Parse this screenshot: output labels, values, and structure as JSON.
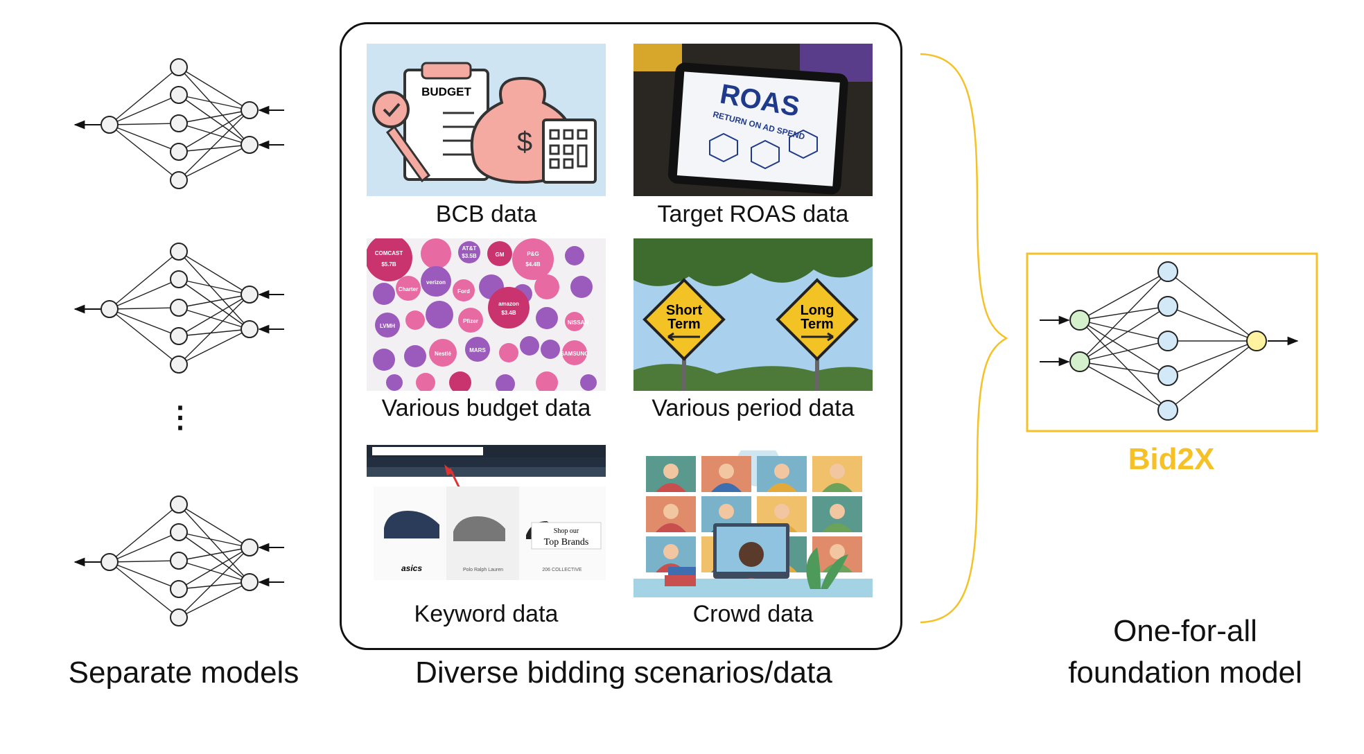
{
  "left": {
    "caption": "Separate models",
    "ellipsis": "⋮"
  },
  "center": {
    "caption": "Diverse bidding scenarios/data",
    "tiles": [
      {
        "label": "BCB data",
        "icon": "budget-icon",
        "overlay": "BUDGET"
      },
      {
        "label": "Target ROAS data",
        "icon": "roas-tablet-icon",
        "overlay": "ROAS",
        "overlay_sub": "RETURN ON AD SPEND"
      },
      {
        "label": "Various budget data",
        "icon": "brand-bubbles-icon",
        "bubbles": [
          "COMCAST",
          "$5.7B",
          "AT&T",
          "$3.5B",
          "GM",
          "P&G",
          "$4.4B",
          "verizon",
          "Charter",
          "amazon",
          "$3.4B",
          "Pfizer",
          "Ford",
          "NISSAN",
          "MARS",
          "SAMSUNG",
          "Nestlé",
          "LVMH"
        ]
      },
      {
        "label": "Various period data",
        "icon": "road-signs-icon",
        "sign_left": "Short Term",
        "sign_right": "Long Term"
      },
      {
        "label": "Keyword data",
        "icon": "shoe-search-icon",
        "overlay": "Shop our Top Brands",
        "brand_1": "asics",
        "brand_2": "Polo Ralph Lauren",
        "brand_3": "206 COLLECTIVE"
      },
      {
        "label": "Crowd data",
        "icon": "video-call-crowd-icon"
      }
    ]
  },
  "right": {
    "model_name": "Bid2X",
    "caption_line1": "One-for-all",
    "caption_line2": "foundation model"
  },
  "colors": {
    "accent_yellow": "#f5c127",
    "node_green": "#d5f0cc",
    "node_blue": "#d3e9f7",
    "node_yellow": "#fff2a0",
    "brace": "#f5c127"
  }
}
